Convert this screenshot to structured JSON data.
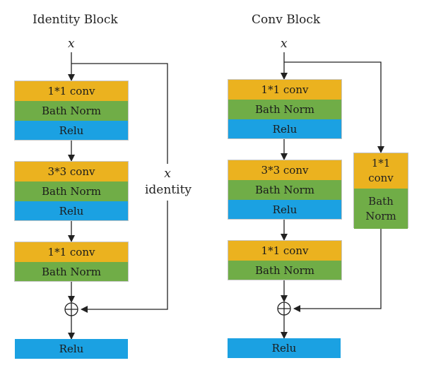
{
  "identity_block": {
    "title": "Identity Block",
    "input_label": "x",
    "shortcut_var": "x",
    "shortcut_label": "identity",
    "stages": [
      {
        "layers": [
          "1*1 conv",
          "Bath Norm",
          "Relu"
        ]
      },
      {
        "layers": [
          "3*3 conv",
          "Bath Norm",
          "Relu"
        ]
      },
      {
        "layers": [
          "1*1 conv",
          "Bath Norm"
        ]
      }
    ],
    "output_relu": "Relu"
  },
  "conv_block": {
    "title": "Conv Block",
    "input_label": "x",
    "stages": [
      {
        "layers": [
          "1*1 conv",
          "Bath Norm",
          "Relu"
        ]
      },
      {
        "layers": [
          "3*3 conv",
          "Bath Norm",
          "Relu"
        ]
      },
      {
        "layers": [
          "1*1 conv",
          "Bath Norm"
        ]
      }
    ],
    "shortcut_conv_label": "1*1\nconv",
    "shortcut_bn_label": "Bath\nNorm",
    "output_relu": "Relu"
  },
  "colors": {
    "conv": "#ebb21f",
    "batch_norm": "#70ad47",
    "relu": "#1ba1e2",
    "line": "#222222"
  }
}
